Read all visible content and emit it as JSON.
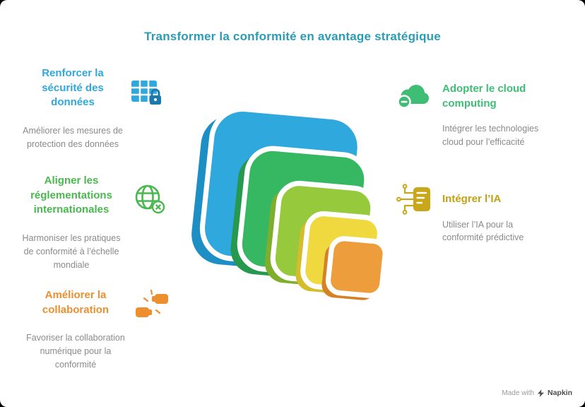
{
  "title": "Transformer la conformité en avantage stratégique",
  "title_color": "#2A9DB5",
  "left_items": [
    {
      "heading": "Renforcer la sécurité des données",
      "description": "Améliorer les mesures de protection des données",
      "color": "#2FA8DD",
      "icon": "table-lock-icon"
    },
    {
      "heading": "Aligner les réglementations internationales",
      "description": "Harmoniser les pratiques de conformité à l’échelle mondiale",
      "color": "#4AB84E",
      "icon": "globe-check-icon"
    },
    {
      "heading": "Améliorer la collaboration",
      "description": "Favoriser la collaboration numérique pour la conformité",
      "color": "#EE8F2F",
      "icon": "fist-bump-icon"
    }
  ],
  "right_items": [
    {
      "heading": "Adopter le cloud computing",
      "description": "Intégrer les technologies cloud pour l’efficacité",
      "color": "#3DBE74",
      "icon": "cloud-minus-icon"
    },
    {
      "heading": "Intégrer l’IA",
      "description": "Utiliser l’IA pour la conformité prédictive",
      "color": "#C3A117",
      "icon": "ai-chip-icon"
    }
  ],
  "stack": {
    "layers": [
      {
        "name": "layer-1-blue",
        "color": "#2FA8DD",
        "shade": "#1D8FC4"
      },
      {
        "name": "layer-2-green",
        "color": "#35B861",
        "shade": "#27994E"
      },
      {
        "name": "layer-3-yellow-green",
        "color": "#97C93D",
        "shade": "#7FAE2D"
      },
      {
        "name": "layer-4-yellow",
        "color": "#EFD93F",
        "shade": "#D4BC2B"
      },
      {
        "name": "layer-5-orange",
        "color": "#EE9D3D",
        "shade": "#D58226"
      }
    ]
  },
  "footer": {
    "made_with": "Made with",
    "brand": "Napkin"
  }
}
